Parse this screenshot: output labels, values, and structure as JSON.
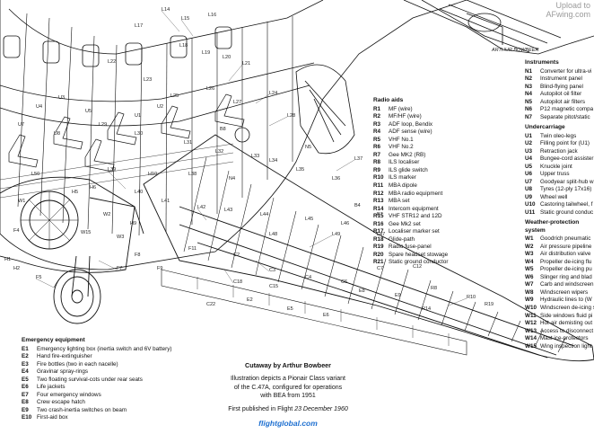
{
  "watermark": {
    "line1": "Upload to",
    "line2": "AFwing.com"
  },
  "artist_signature": "ARTHUR BOWBEER",
  "emergency": {
    "title": "Emergency equipment",
    "items": [
      {
        "code": "E1",
        "desc": "Emergency lighting box (inertia switch and 6V battery)"
      },
      {
        "code": "E2",
        "desc": "Hand fire-extinguisher"
      },
      {
        "code": "E3",
        "desc": "Fire bottles (two in each nacelle)"
      },
      {
        "code": "E4",
        "desc": "Gravinar spray-rings"
      },
      {
        "code": "E5",
        "desc": "Two floating survival-cots under rear seats"
      },
      {
        "code": "E6",
        "desc": "Life jackets"
      },
      {
        "code": "E7",
        "desc": "Four emergency windows"
      },
      {
        "code": "E8",
        "desc": "Crew escape hatch"
      },
      {
        "code": "E9",
        "desc": "Two crash-inertia switches on beam"
      },
      {
        "code": "E10",
        "desc": "First-aid box"
      }
    ]
  },
  "credits": {
    "title": "Cutaway by Arthur Bowbeer",
    "line1": "Illustration depicts a Pionair Class variant",
    "line2": "of the C.47A, configured for operations",
    "line3": "with BEA from 1951",
    "published_prefix": "First published in Flight ",
    "published_date": "23 December 1960",
    "site": "flightglobal.com"
  },
  "radio": {
    "title": "Radio aids",
    "items": [
      {
        "code": "R1",
        "desc": "MF (wire)"
      },
      {
        "code": "R2",
        "desc": "MF/HF (wire)"
      },
      {
        "code": "R3",
        "desc": "ADF loop, Bendix"
      },
      {
        "code": "R4",
        "desc": "ADF sense (wire)"
      },
      {
        "code": "R5",
        "desc": "VHF No.1"
      },
      {
        "code": "R6",
        "desc": "VHF No.2"
      },
      {
        "code": "R7",
        "desc": "Gee MK2 (RB)"
      },
      {
        "code": "R8",
        "desc": "ILS localiser"
      },
      {
        "code": "R9",
        "desc": "ILS glide switch"
      },
      {
        "code": "R10",
        "desc": "ILS marker"
      },
      {
        "code": "R11",
        "desc": "MBA dipole"
      },
      {
        "code": "R12",
        "desc": "MBA radio equipment"
      },
      {
        "code": "R13",
        "desc": "MBA set"
      },
      {
        "code": "R14",
        "desc": "Intercom equipment"
      },
      {
        "code": "R15",
        "desc": "VHF STR12 and 12D"
      },
      {
        "code": "R16",
        "desc": "Gee Mk2 set"
      },
      {
        "code": "R17",
        "desc": "Localiser marker set"
      },
      {
        "code": "R18",
        "desc": "Glide-path"
      },
      {
        "code": "R19",
        "desc": "Radio fuse-panel"
      },
      {
        "code": "R20",
        "desc": "Spare headset stowage"
      },
      {
        "code": "R21",
        "desc": "Static ground conductor"
      }
    ]
  },
  "instruments": {
    "title": "Instruments",
    "items": [
      {
        "code": "N1",
        "desc": "Converter for ultra-vi"
      },
      {
        "code": "N2",
        "desc": "Instrument panel"
      },
      {
        "code": "N3",
        "desc": "Blind-flying panel"
      },
      {
        "code": "N4",
        "desc": "Autopilot oil filter"
      },
      {
        "code": "N5",
        "desc": "Autopilot air filters"
      },
      {
        "code": "N6",
        "desc": "P12 magnetic compa"
      },
      {
        "code": "N7",
        "desc": "Separate pitot/static"
      }
    ]
  },
  "undercarriage": {
    "title": "Undercarriage",
    "items": [
      {
        "code": "U1",
        "desc": "Twin oleo-legs"
      },
      {
        "code": "U2",
        "desc": "Filling point for (U1)"
      },
      {
        "code": "U3",
        "desc": "Retraction jack"
      },
      {
        "code": "U4",
        "desc": "Bungee-cord assister"
      },
      {
        "code": "U5",
        "desc": "Knuckle joint"
      },
      {
        "code": "U6",
        "desc": "Upper truss"
      },
      {
        "code": "U7",
        "desc": "Goodyear split-hub w"
      },
      {
        "code": "U8",
        "desc": "Tyres (12-ply 17x16)"
      },
      {
        "code": "U9",
        "desc": "Wheel well"
      },
      {
        "code": "U10",
        "desc": "Castoring tailwheel, f"
      },
      {
        "code": "U11",
        "desc": "Static ground conduc"
      }
    ]
  },
  "weather": {
    "title": "Weather-protection system",
    "items": [
      {
        "code": "W1",
        "desc": "Goodrich pneumatic"
      },
      {
        "code": "W2",
        "desc": "Air pressure pipeline"
      },
      {
        "code": "W3",
        "desc": "Air distribution valve"
      },
      {
        "code": "W4",
        "desc": "Propeller de-icing flu"
      },
      {
        "code": "W5",
        "desc": "Propeller de-icing pu"
      },
      {
        "code": "W6",
        "desc": "Slinger ring and blad"
      },
      {
        "code": "W7",
        "desc": "Carb and windscreen"
      },
      {
        "code": "W8",
        "desc": "Windscreen wipers"
      },
      {
        "code": "W9",
        "desc": "Hydraulic lines to (W"
      },
      {
        "code": "W10",
        "desc": "Windscreen de-icing s"
      },
      {
        "code": "W11",
        "desc": "Side windows fluid pi"
      },
      {
        "code": "W12",
        "desc": "Hot-air demisting out"
      },
      {
        "code": "W13",
        "desc": "Access to disconnect"
      },
      {
        "code": "W14",
        "desc": "Mast ice-protectors"
      },
      {
        "code": "W15",
        "desc": "Wing inspection light"
      }
    ]
  },
  "callouts": [
    "L14",
    "L15",
    "L16",
    "L17",
    "L18",
    "L19",
    "L20",
    "L21",
    "L22",
    "L23",
    "L24",
    "L25",
    "L26",
    "L27",
    "L28",
    "L29",
    "L30",
    "L31",
    "L32",
    "L33",
    "L34",
    "L35",
    "L36",
    "L37",
    "L38",
    "L39",
    "L40",
    "L41",
    "L42",
    "L43",
    "L44",
    "L45",
    "L46",
    "L47",
    "L48",
    "L49",
    "L50",
    "W1",
    "W2",
    "W3",
    "W15",
    "F4",
    "F5",
    "F7",
    "F8",
    "F9",
    "F11",
    "C2",
    "C3",
    "C4",
    "C6",
    "C7",
    "C12",
    "C15",
    "C18",
    "C22",
    "E2",
    "E5",
    "E6",
    "E8",
    "E9",
    "R8",
    "R10",
    "R14",
    "R19",
    "U1",
    "U2",
    "U3",
    "U4",
    "U5",
    "U7",
    "U8",
    "H1",
    "H2",
    "H5",
    "H6",
    "H9",
    "H10",
    "N4",
    "N5",
    "B4",
    "B7",
    "B8"
  ]
}
